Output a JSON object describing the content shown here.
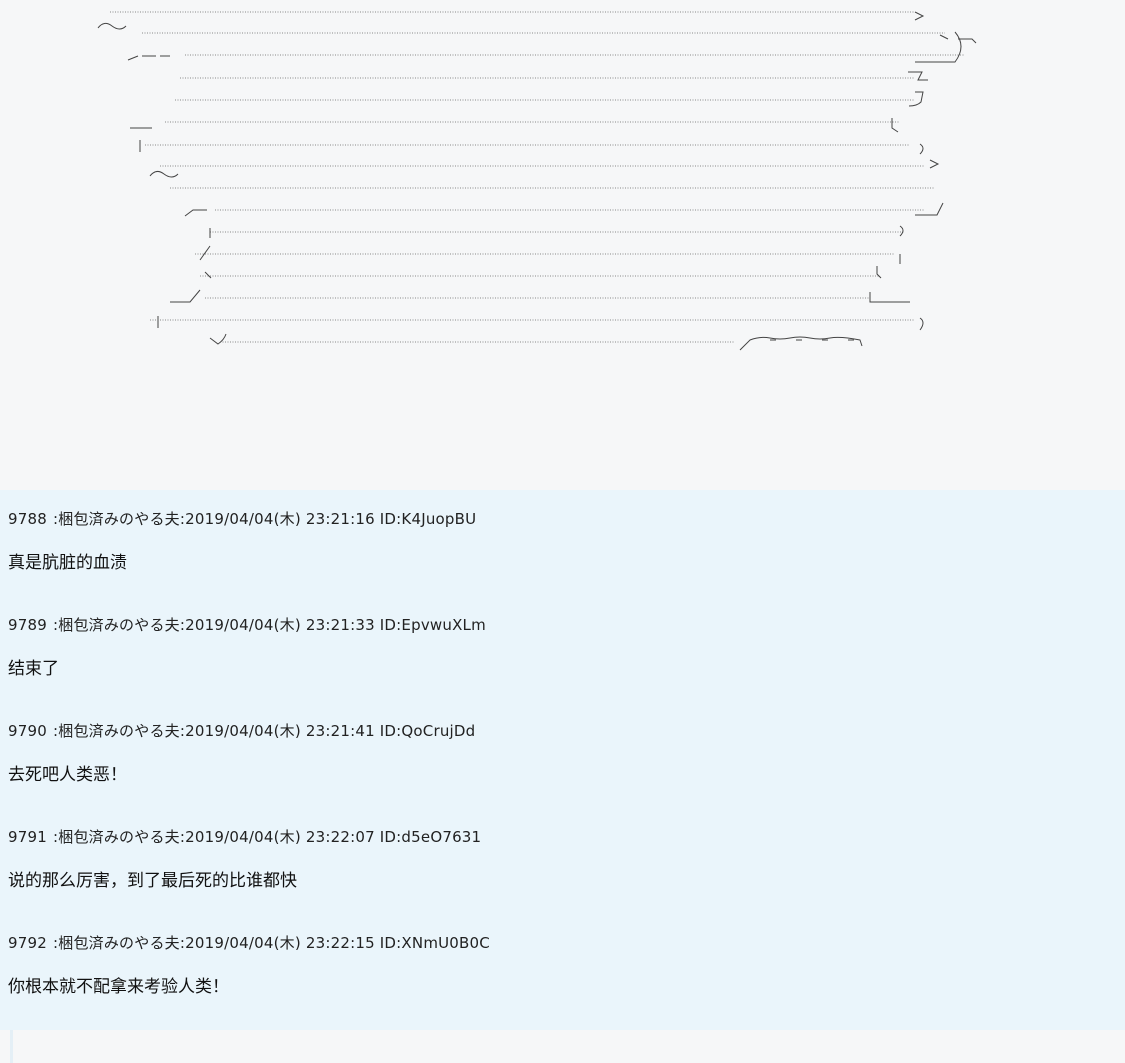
{
  "posts": [
    {
      "num": "9788",
      "name": "梱包済みのやる夫",
      "date": "2019/04/04(木) 23:21:16",
      "id": "ID:K4JuopBU",
      "body": "真是肮脏的血渍"
    },
    {
      "num": "9789",
      "name": "梱包済みのやる夫",
      "date": "2019/04/04(木) 23:21:33",
      "id": "ID:EpvwuXLm",
      "body": "结束了"
    },
    {
      "num": "9790",
      "name": "梱包済みのやる夫",
      "date": "2019/04/04(木) 23:21:41",
      "id": "ID:QoCrujDd",
      "body": "去死吧人类恶！"
    },
    {
      "num": "9791",
      "name": "梱包済みのやる夫",
      "date": "2019/04/04(木) 23:22:07",
      "id": "ID:d5eO7631",
      "body": "说的那么厉害，到了最后死的比谁都快"
    },
    {
      "num": "9792",
      "name": "梱包済みのやる夫",
      "date": "2019/04/04(木) 23:22:15",
      "id": "ID:XNmU0B0C",
      "body": "你根本就不配拿来考验人类！"
    }
  ]
}
